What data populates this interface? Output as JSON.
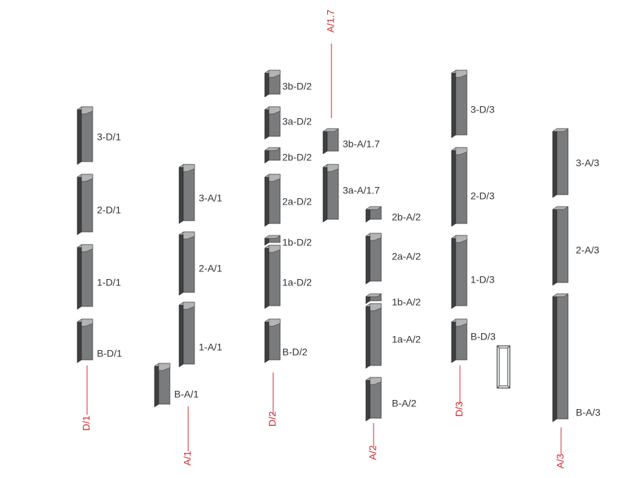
{
  "colors": {
    "front": "#7a7b7d",
    "side": "#3e3f41",
    "top": "#b3b4b6",
    "edge": "#2a2a2a",
    "label": "#333333",
    "accent": "#d0262d"
  },
  "columns": [
    {
      "id": "D/1",
      "label": "D/1"
    },
    {
      "id": "A/1",
      "label": "A/1"
    },
    {
      "id": "D/2",
      "label": "D/2"
    },
    {
      "id": "A/1.7",
      "label": "A/1.7"
    },
    {
      "id": "A/2",
      "label": "A/2"
    },
    {
      "id": "D/3",
      "label": "D/3"
    },
    {
      "id": "A/3",
      "label": "A/3"
    }
  ],
  "blocks": [
    {
      "label": "3-D/1",
      "column": "D/1"
    },
    {
      "label": "2-D/1",
      "column": "D/1"
    },
    {
      "label": "1-D/1",
      "column": "D/1"
    },
    {
      "label": "B-D/1",
      "column": "D/1"
    },
    {
      "label": "3-A/1",
      "column": "A/1"
    },
    {
      "label": "2-A/1",
      "column": "A/1"
    },
    {
      "label": "1-A/1",
      "column": "A/1"
    },
    {
      "label": "B-A/1",
      "column": "A/1"
    },
    {
      "label": "3b-D/2",
      "column": "D/2"
    },
    {
      "label": "3a-D/2",
      "column": "D/2"
    },
    {
      "label": "2b-D/2",
      "column": "D/2"
    },
    {
      "label": "2a-D/2",
      "column": "D/2"
    },
    {
      "label": "1b-D/2",
      "column": "D/2"
    },
    {
      "label": "1a-D/2",
      "column": "D/2"
    },
    {
      "label": "B-D/2",
      "column": "D/2"
    },
    {
      "label": "3b-A/1.7",
      "column": "A/1.7"
    },
    {
      "label": "3a-A/1.7",
      "column": "A/1.7"
    },
    {
      "label": "2b-A/2",
      "column": "A/2"
    },
    {
      "label": "2a-A/2",
      "column": "A/2"
    },
    {
      "label": "1b-A/2",
      "column": "A/2"
    },
    {
      "label": "1a-A/2",
      "column": "A/2"
    },
    {
      "label": "B-A/2",
      "column": "A/2"
    },
    {
      "label": "3-D/3",
      "column": "D/3"
    },
    {
      "label": "2-D/3",
      "column": "D/3"
    },
    {
      "label": "1-D/3",
      "column": "D/3"
    },
    {
      "label": "B-D/3",
      "column": "D/3"
    },
    {
      "label": "3-A/3",
      "column": "A/3"
    },
    {
      "label": "2-A/3",
      "column": "A/3"
    },
    {
      "label": "B-A/3",
      "column": "A/3"
    }
  ]
}
